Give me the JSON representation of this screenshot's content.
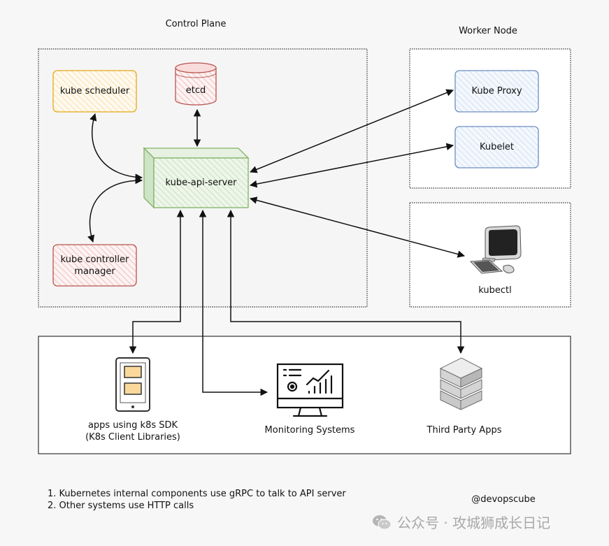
{
  "groups": {
    "control_plane": "Control Plane",
    "worker_node": "Worker Node"
  },
  "components": {
    "kube_scheduler": "kube scheduler",
    "etcd": "etcd",
    "kube_api_server": "kube-api-server",
    "kube_controller_manager_line1": "kube controller",
    "kube_controller_manager_line2": "manager",
    "kube_proxy": "Kube Proxy",
    "kubelet": "Kubelet",
    "kubectl": "kubectl"
  },
  "clients": {
    "sdk_apps_line1": "apps using k8s SDK",
    "sdk_apps_line2": "(K8s Client Libraries)",
    "monitoring": "Monitoring Systems",
    "third_party": "Third Party Apps"
  },
  "notes": [
    "1. Kubernetes internal components use gRPC to talk to API server",
    "2. Other systems use HTTP calls"
  ],
  "credit": "@devopscube",
  "watermark": "公众号 · 攻城狮成长日记",
  "colors": {
    "scheduler_border": "#e6a817",
    "scheduler_fill": "#fff2cc",
    "etcd_border": "#b85450",
    "etcd_fill": "#f8cecc",
    "api_border": "#82b366",
    "api_fill": "#d5e8d4",
    "controller_border": "#b85450",
    "controller_fill": "#f8cecc",
    "worker_border": "#6c8ebf",
    "worker_fill": "#dae8fc"
  },
  "icons": [
    "etcd-cylinder-icon",
    "kubectl-computer-icon",
    "mobile-phone-icon",
    "monitoring-dashboard-icon",
    "server-stack-icon",
    "wechat-icon"
  ]
}
